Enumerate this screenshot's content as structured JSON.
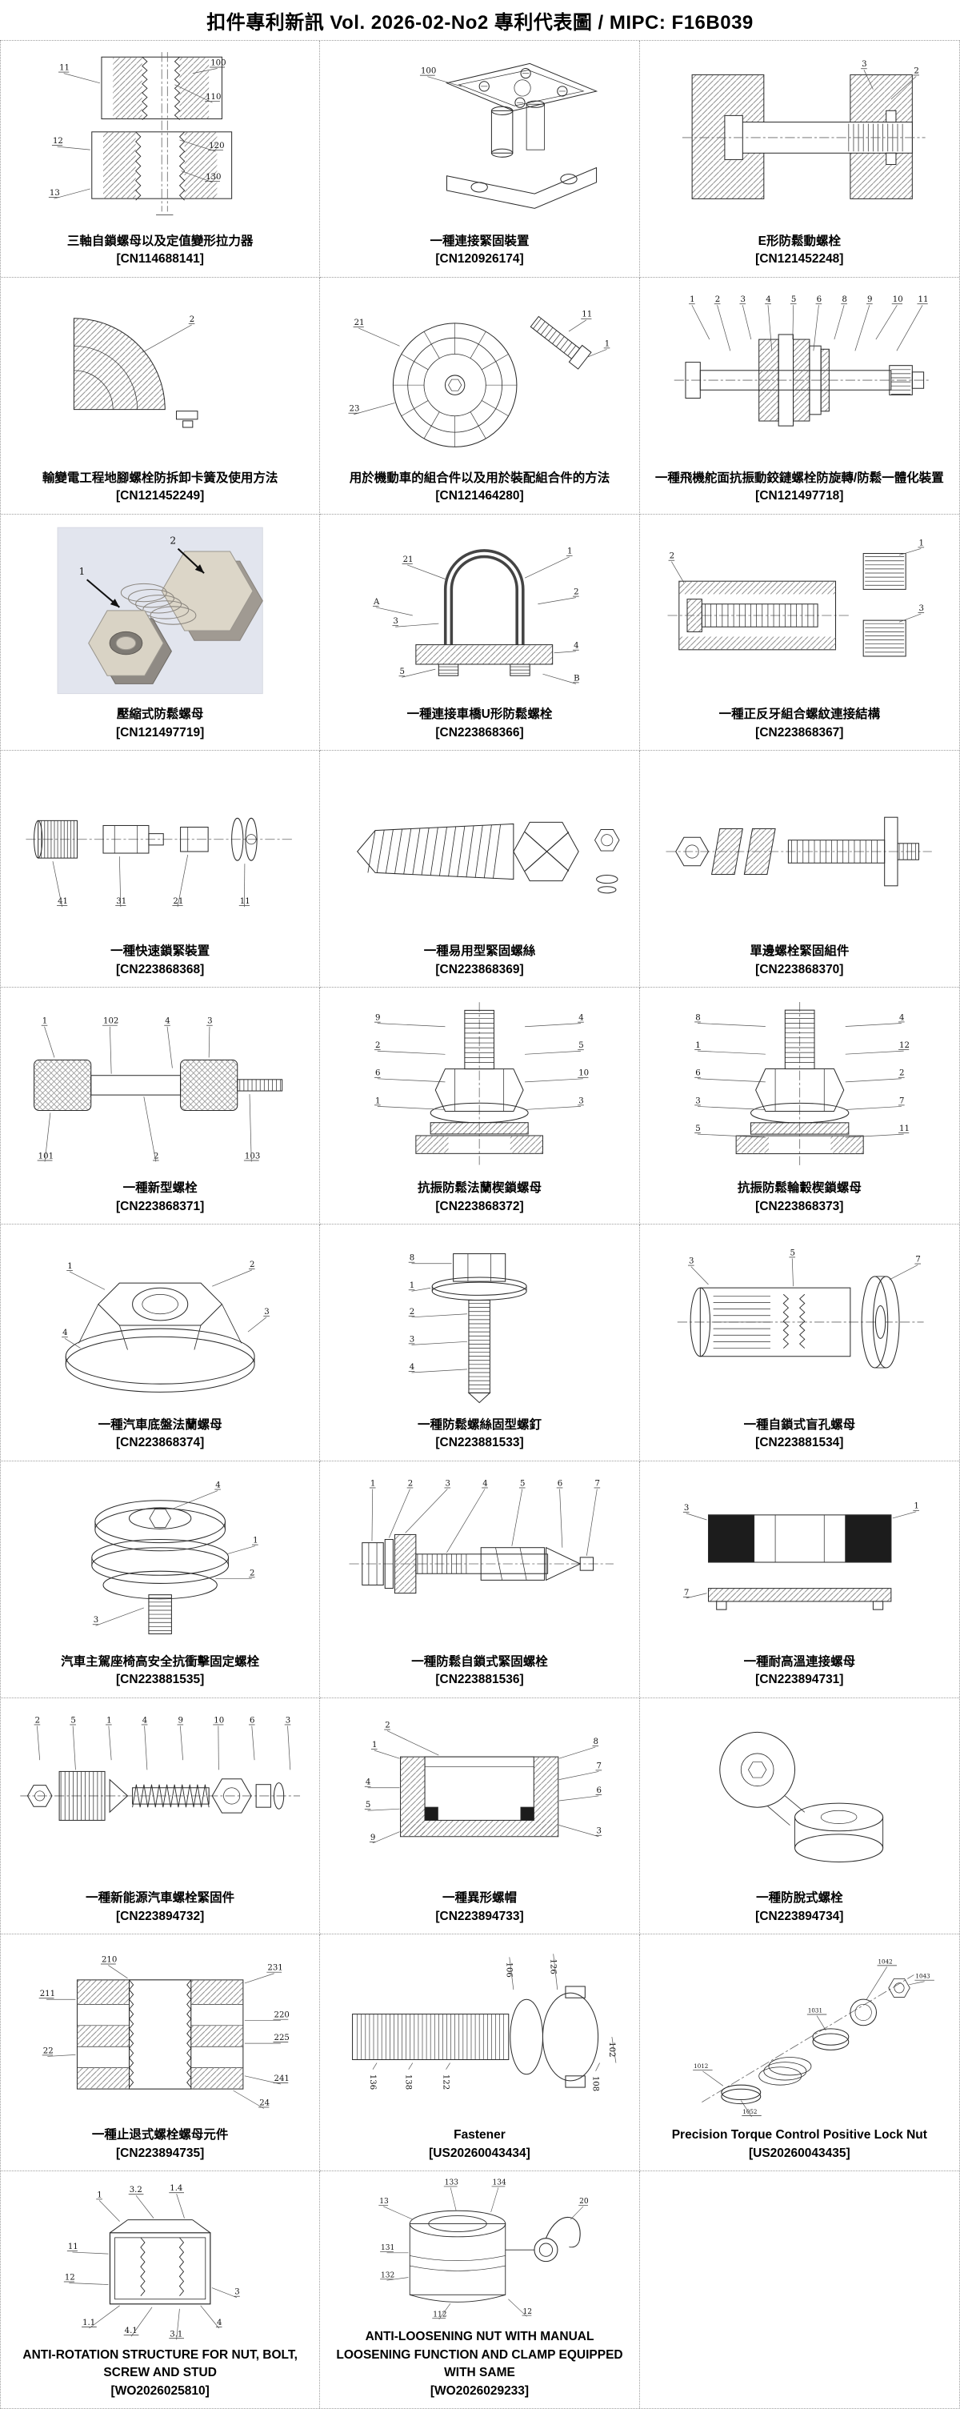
{
  "header": {
    "title": "扣件專利新訊  Vol. 2026-02-No2  專利代表圖  /  MIPC:  F16B039"
  },
  "cells": [
    {
      "title": "三軸自鎖螺母以及定值變形拉力器",
      "patent": "[CN114688141]",
      "sketch": "sectionStack",
      "labels": [
        "11",
        "12",
        "13",
        "110",
        "120",
        "130",
        "100"
      ]
    },
    {
      "title": "一種連接緊固裝置",
      "patent": "[CN120926174]",
      "sketch": "isoPlate",
      "labels": [
        "100"
      ]
    },
    {
      "title": "E形防鬆動螺栓",
      "patent": "[CN121452248]",
      "sketch": "eBoltSection",
      "labels": [
        "2",
        "3"
      ]
    },
    {
      "title": "輸變電工程地腳螺栓防拆卸卡簧及使用方法",
      "patent": "[CN121452249]",
      "sketch": "fanSection",
      "labels": [
        "2"
      ]
    },
    {
      "title": "用於機動車的組合件以及用於裝配組合件的方法",
      "patent": "[CN121464280]",
      "sketch": "radialDisc",
      "labels": [
        "11",
        "1",
        "21",
        "23"
      ]
    },
    {
      "title": "一種飛機舵面抗振動鉸鏈螺栓防旋轉/防鬆一體化裝置",
      "patent": "[CN121497718]",
      "sketch": "hAssembly",
      "labels": [
        "1",
        "2",
        "3",
        "4",
        "5",
        "6",
        "8",
        "9",
        "10",
        "11"
      ]
    },
    {
      "title": "壓縮式防鬆螺母",
      "patent": "[CN121497719]",
      "sketch": "cadRender",
      "labels": [
        "1",
        "2"
      ]
    },
    {
      "title": "一種連接車橋U形防鬆螺栓",
      "patent": "[CN223868366]",
      "sketch": "uBolt",
      "labels": [
        "1",
        "2",
        "21",
        "3",
        "4",
        "5",
        "A",
        "B"
      ]
    },
    {
      "title": "一種正反牙組合螺紋連接結構",
      "patent": "[CN223868367]",
      "sketch": "threadInsert",
      "labels": [
        "1",
        "2",
        "3"
      ]
    },
    {
      "title": "一種快速鎖緊裝置",
      "patent": "[CN223868368]",
      "sketch": "explodedRow",
      "labels": [
        "41",
        "31",
        "21",
        "11"
      ]
    },
    {
      "title": "一種易用型緊固螺絲",
      "patent": "[CN223868369]",
      "sketch": "bigScrew",
      "labels": []
    },
    {
      "title": "單邊螺栓緊固組件",
      "patent": "[CN223868370]",
      "sketch": "sideBolt",
      "labels": []
    },
    {
      "title": "一種新型螺栓",
      "patent": "[CN223868371]",
      "sketch": "dumbbell",
      "labels": [
        "1",
        "102",
        "4",
        "3",
        "101",
        "2",
        "103"
      ]
    },
    {
      "title": "抗振防鬆法蘭楔鎖螺母",
      "patent": "[CN223868372]",
      "sketch": "studNut",
      "labels": [
        "9",
        "2",
        "6",
        "1",
        "4",
        "5",
        "10",
        "3"
      ]
    },
    {
      "title": "抗振防鬆輪轂楔鎖螺母",
      "patent": "[CN223868373]",
      "sketch": "studNut",
      "labels": [
        "8",
        "1",
        "6",
        "3",
        "5",
        "4",
        "12",
        "2",
        "7",
        "11"
      ]
    },
    {
      "title": "一種汽車底盤法蘭螺母",
      "patent": "[CN223868374]",
      "sketch": "flangeNut",
      "labels": [
        "1",
        "2",
        "3",
        "4"
      ]
    },
    {
      "title": "一種防鬆螺絲固型螺釘",
      "patent": "[CN223881533]",
      "sketch": "hexScrew",
      "labels": [
        "8",
        "1",
        "2",
        "3",
        "4"
      ]
    },
    {
      "title": "一種自鎖式盲孔螺母",
      "patent": "[CN223881534]",
      "sketch": "blindNut",
      "labels": [
        "3",
        "5",
        "7"
      ]
    },
    {
      "title": "汽車主駕座椅高安全抗衝擊固定螺栓",
      "patent": "[CN223881535]",
      "sketch": "buttonWasher",
      "labels": [
        "4",
        "1",
        "2",
        "3"
      ]
    },
    {
      "title": "一種防鬆自鎖式緊固螺栓",
      "patent": "[CN223881536]",
      "sketch": "anchorBolt",
      "labels": [
        "1",
        "2",
        "3",
        "4",
        "5",
        "6",
        "7"
      ]
    },
    {
      "title": "一種耐高溫連接螺母",
      "patent": "[CN223894731]",
      "sketch": "blockSection",
      "labels": [
        "3",
        "1",
        "7"
      ]
    },
    {
      "title": "一種新能源汽車螺栓緊固件",
      "patent": "[CN223894732]",
      "sketch": "explodedH",
      "labels": [
        "2",
        "5",
        "1",
        "4",
        "9",
        "10",
        "6",
        "3"
      ]
    },
    {
      "title": "一種異形螺帽",
      "patent": "[CN223894733]",
      "sketch": "capSection",
      "labels": [
        "1",
        "2",
        "4",
        "5",
        "9",
        "8",
        "7",
        "6",
        "3"
      ]
    },
    {
      "title": "一種防脫式螺栓",
      "patent": "[CN223894734]",
      "sketch": "countersunk",
      "labels": []
    },
    {
      "title": "一種止退式螺栓螺母元件",
      "patent": "[CN223894735]",
      "sketch": "bushSection",
      "labels": [
        "210",
        "231",
        "211",
        "220",
        "225",
        "22",
        "241",
        "24"
      ]
    },
    {
      "title": "Fastener",
      "patent": "[US20260043434]",
      "sketch": "rotBolt",
      "labels": [
        "136",
        "138",
        "122",
        "106",
        "126",
        "102",
        "108"
      ]
    },
    {
      "title": "Precision Torque Control Positive Lock Nut",
      "patent": "[US20260043435]",
      "sketch": "explodedNut3d",
      "labels": [
        "1043",
        "1042",
        "1031",
        "1052",
        "1012"
      ]
    },
    {
      "title": "ANTI-ROTATION STRUCTURE FOR NUT, BOLT, SCREW AND STUD",
      "patent": "[WO2026025810]",
      "sketch": "handNut",
      "labels": [
        "1",
        "3.2",
        "1.4",
        "11",
        "12",
        "4",
        "1.1",
        "4.1",
        "3.1",
        "3"
      ]
    },
    {
      "title": "ANTI-LOOSENING NUT WITH MANUAL LOOSENING FUNCTION AND CLAMP EQUIPPED WITH SAME",
      "patent": "[WO2026029233]",
      "sketch": "clampNut",
      "labels": [
        "13",
        "133",
        "134",
        "20",
        "131",
        "132",
        "12",
        "112"
      ]
    },
    {
      "title": "",
      "patent": "",
      "sketch": "",
      "labels": []
    }
  ]
}
